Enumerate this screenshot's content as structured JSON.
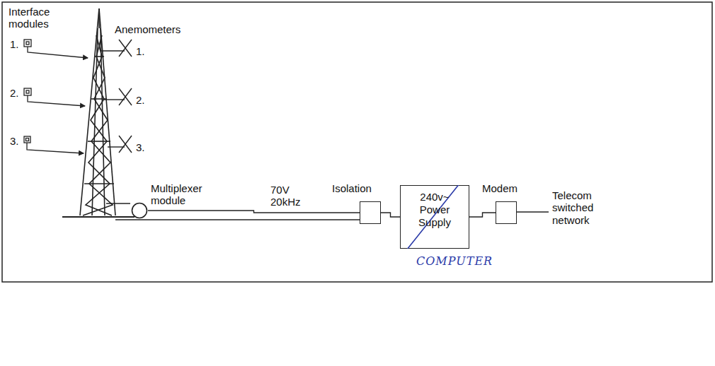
{
  "diagram": {
    "nodes": [
      {
        "text": [
          "Multiplexer module"
        ]
      },
      {
        "text": [
          "Isolation"
        ]
      },
      {
        "text": [
          "240v~ Power Supply",
          "COMPUTER"
        ]
      },
      {
        "text": [
          "Modem"
        ]
      }
    ],
    "edges": [
      {
        "from": 0,
        "to": 1,
        "arrow": "none",
        "label": "70V 20kHz"
      },
      {
        "from": 1,
        "to": 2,
        "arrow": "none"
      },
      {
        "from": 2,
        "to": 3,
        "arrow": "none"
      }
    ],
    "labels": [
      "Interface modules",
      "Anemometers",
      "1.",
      "2.",
      "3.",
      "1.",
      "2.",
      "3.",
      "Telecom switched network"
    ]
  }
}
